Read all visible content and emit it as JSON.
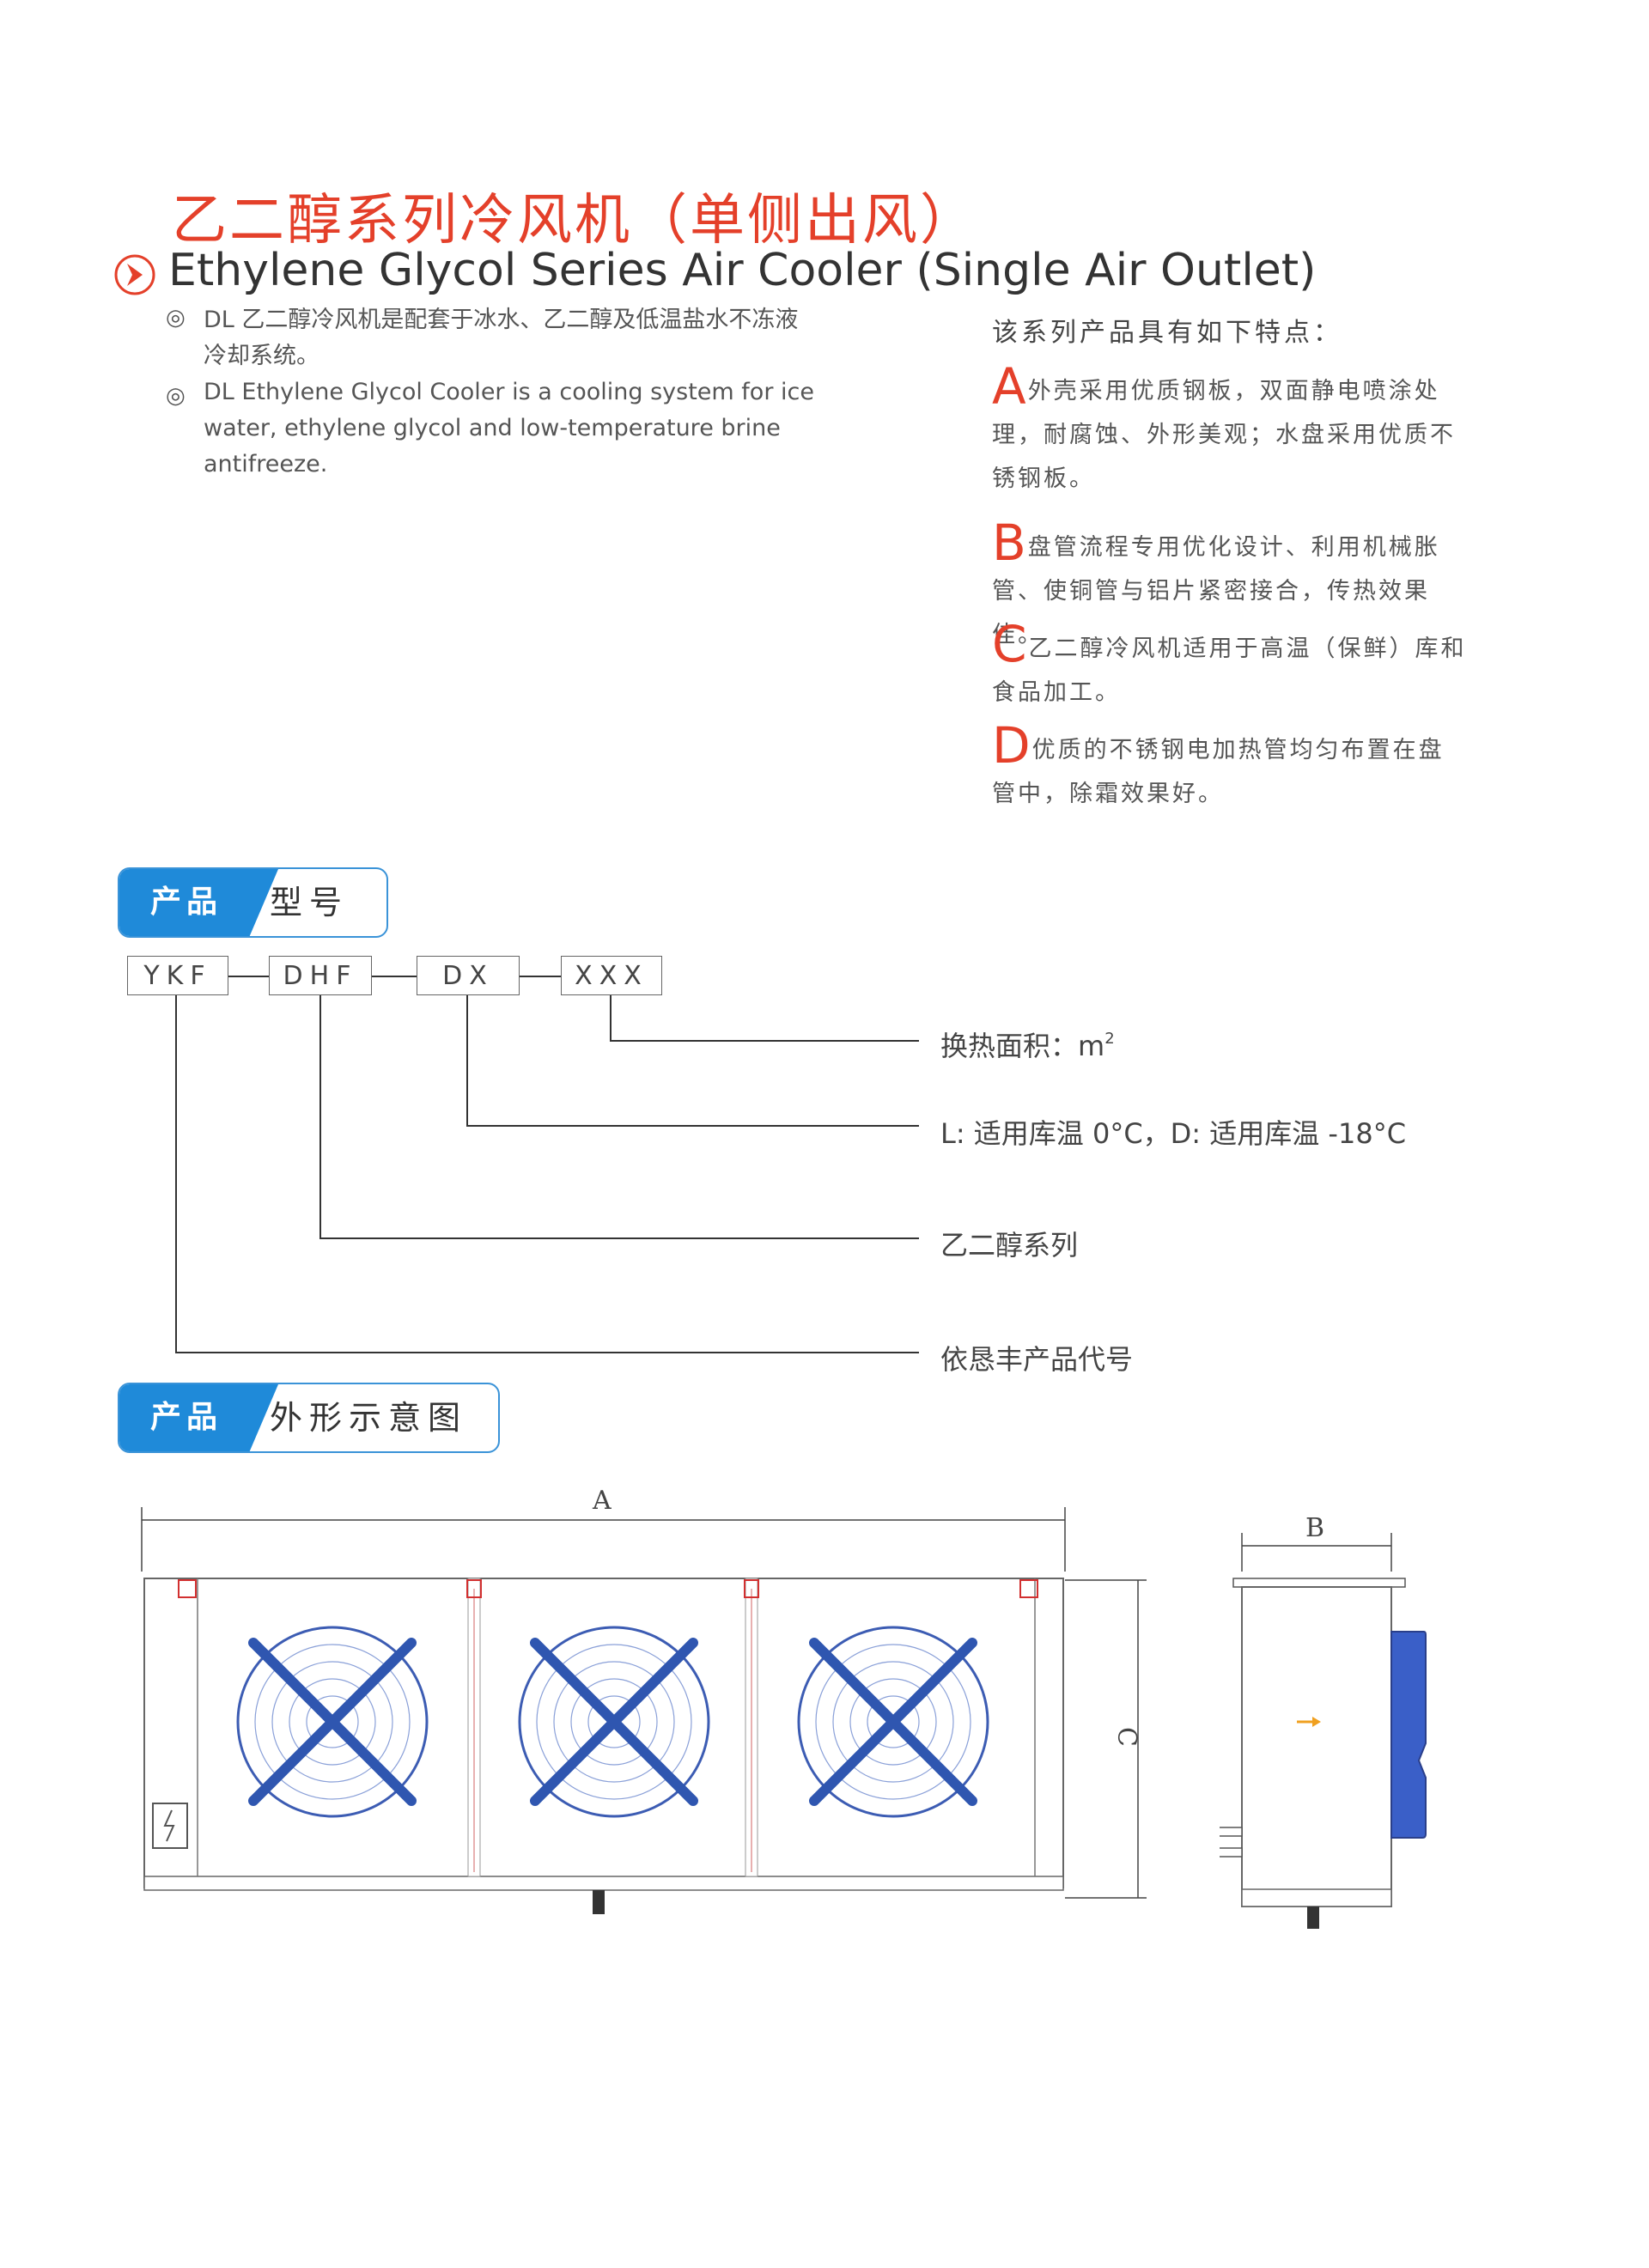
{
  "title": {
    "cn": "乙二醇系列冷风机（单侧出风）",
    "en": "Ethylene Glycol Series Air Cooler (Single Air Outlet)"
  },
  "intro": {
    "bullet": "◎",
    "cn_line1": "DL 乙二醇冷风机是配套于冰水、乙二醇及低温盐水不冻液",
    "cn_line2": "冷却系统。",
    "en_line1": "DL Ethylene Glycol Cooler is a cooling system for ice",
    "en_line2": "water, ethylene glycol and low-temperature brine",
    "en_line3": "antifreeze."
  },
  "features": {
    "heading": "该系列产品具有如下特点：",
    "items": [
      {
        "letter": "A",
        "line1": "外壳采用优质钢板，双面静电喷涂处",
        "line2": "理，耐腐蚀、外形美观；水盘采用优质不",
        "line3": "锈钢板。"
      },
      {
        "letter": "B",
        "line1": "盘管流程专用优化设计、利用机械胀",
        "line2": "管、使铜管与铝片紧密接合，传热效果佳。"
      },
      {
        "letter": "C",
        "line1": "乙二醇冷风机适用于高温（保鲜）库和",
        "line2": "食品加工。"
      },
      {
        "letter": "D",
        "line1": "优质的不锈钢电加热管均匀布置在盘",
        "line2": "管中，除霜效果好。"
      }
    ]
  },
  "model_section": {
    "tab_left": "产品",
    "tab_right": "型号",
    "codes": [
      "YKF",
      "DHF",
      "DX",
      "XXX"
    ],
    "descriptions": {
      "xxx": "换热面积：m",
      "xxx_sup": "2",
      "dx": "L: 适用库温 0°C，D: 适用库温 -18°C",
      "dhf": "乙二醇系列",
      "ykf": "依恳丰产品代号"
    }
  },
  "shape_section": {
    "tab_left": "产品",
    "tab_right": "外形示意图",
    "dim_a": "A",
    "dim_b": "B",
    "dim_c": "C"
  },
  "colors": {
    "title_red": "#e4402a",
    "tab_blue": "#1f8ad9",
    "fan_blue": "#2f56b0",
    "side_blue": "#3a5fc8"
  }
}
